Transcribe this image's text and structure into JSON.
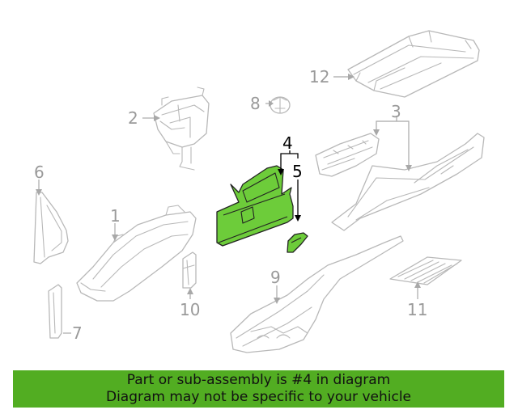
{
  "callouts": {
    "c1": "1",
    "c2": "2",
    "c3": "3",
    "c4": "4",
    "c5": "5",
    "c6": "6",
    "c7": "7",
    "c8": "8",
    "c9": "9",
    "c10": "10",
    "c11": "11",
    "c12": "12"
  },
  "colors": {
    "highlight_part": "#6dcc3a",
    "banner_background": "#52ad22",
    "line_art": "#b8b8b8",
    "active_callout": "#000000",
    "inactive_callout": "#9a9a9a"
  },
  "banner": {
    "line1": "Part or sub-assembly is #4 in diagram",
    "line2": "Diagram may not be specific to your vehicle"
  }
}
